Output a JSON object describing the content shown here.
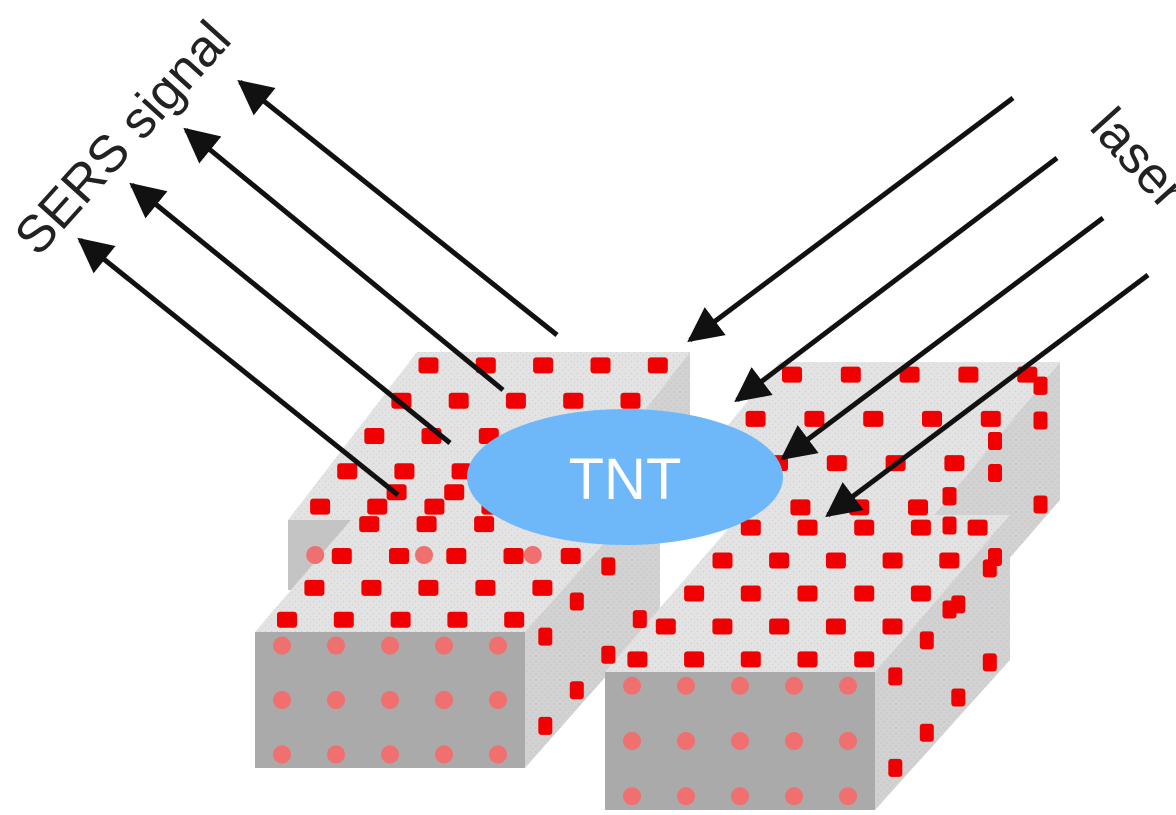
{
  "labels": {
    "sers_signal": "SERS signal",
    "laser": "laser",
    "analyte": "TNT"
  },
  "colors": {
    "top_face": "#e2e2e2",
    "side_face": "#cfcfcf",
    "front_face": "#aaaaaa",
    "dot": "#f00000",
    "dot_front": "#f07070",
    "analyte_fill": "#6eb8fa",
    "arrow": "#111111",
    "text": "#222222"
  },
  "arrows": {
    "sers_signal_count": 4,
    "laser_count": 4
  }
}
